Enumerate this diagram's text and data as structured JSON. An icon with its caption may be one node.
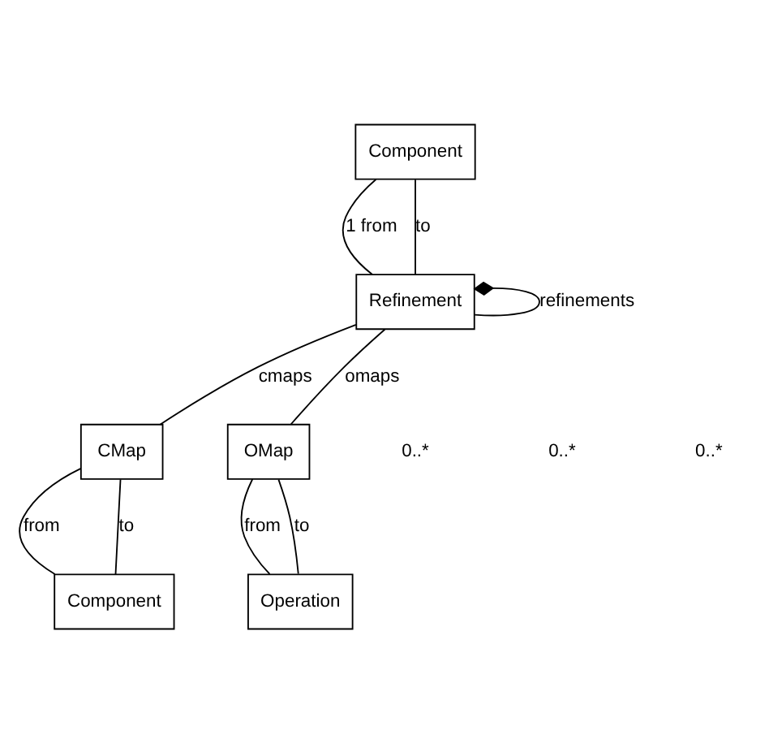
{
  "diagram": {
    "nodes": [
      {
        "text": [
          "Component"
        ]
      },
      {
        "text": [
          "Refinement"
        ]
      },
      {
        "text": [
          "CMap"
        ]
      },
      {
        "text": [
          "OMap"
        ]
      },
      {
        "text": [
          "Component"
        ]
      },
      {
        "text": [
          "Operation"
        ]
      }
    ],
    "edges": [
      {
        "from": 0,
        "to": 1,
        "arrow": "none",
        "label": "1 from"
      },
      {
        "from": 0,
        "to": 1,
        "arrow": "none",
        "label": "to"
      },
      {
        "from": 1,
        "to": 1,
        "arrow": "other",
        "label": "refinements"
      },
      {
        "from": 1,
        "to": 2,
        "arrow": "none",
        "label": "cmaps"
      },
      {
        "from": 1,
        "to": 3,
        "arrow": "none",
        "label": "omaps"
      },
      {
        "from": 2,
        "to": 4,
        "arrow": "none",
        "label": "from"
      },
      {
        "from": 2,
        "to": 4,
        "arrow": "none",
        "label": "to"
      },
      {
        "from": 3,
        "to": 5,
        "arrow": "none",
        "label": "from"
      },
      {
        "from": 3,
        "to": 5,
        "arrow": "none",
        "label": "to"
      }
    ],
    "labels": [
      "0..*",
      "0..*",
      "0..*"
    ]
  }
}
